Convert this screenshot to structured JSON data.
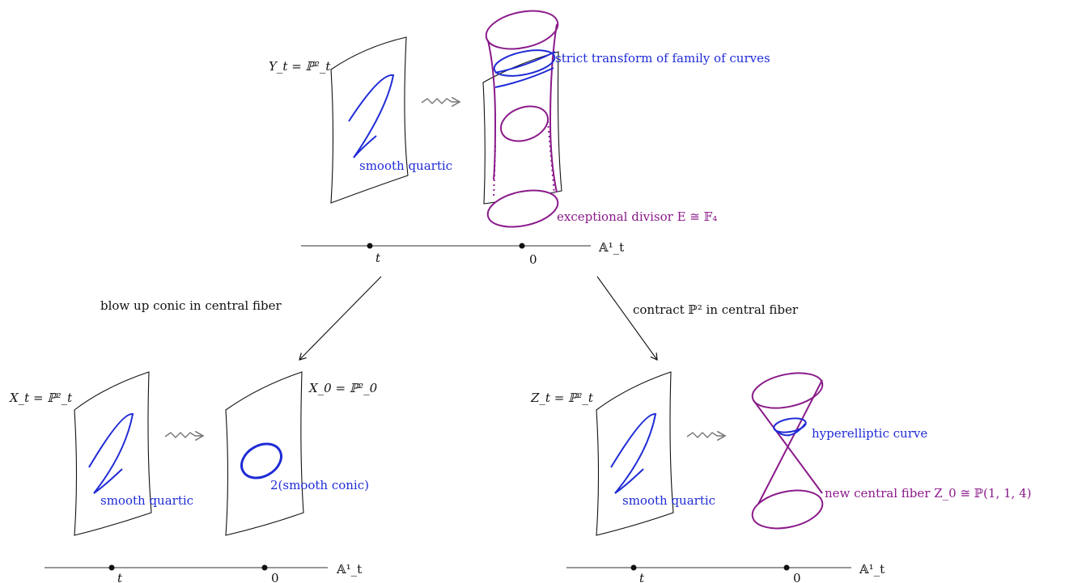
{
  "colors": {
    "blue": "#1f2bd6",
    "purple": "#8a1a8a",
    "axis": "#777777",
    "ink": "#111111"
  },
  "top": {
    "fiber_label": "Y_t = ℙ²_t",
    "curve_label": "smooth quartic",
    "strict_transform_label": "strict transform of family of curves",
    "exceptional_label": "exceptional divisor E ≅ 𝔽₄",
    "axis": {
      "t": "t",
      "zero": "0",
      "line": "𝔸¹_t"
    }
  },
  "arrows": {
    "left": "blow up conic in central fiber",
    "right": "contract ℙ² in central fiber"
  },
  "left": {
    "generic_fiber_label": "X_t = ℙ²_t",
    "central_fiber_label": "X_0 = ℙ²_0",
    "curve_label": "smooth quartic",
    "conic_label": "2(smooth conic)",
    "axis": {
      "t": "t",
      "zero": "0",
      "line": "𝔸¹_t"
    }
  },
  "right": {
    "generic_fiber_label": "Z_t = ℙ²_t",
    "curve_label": "smooth quartic",
    "hyperelliptic_label": "hyperelliptic curve",
    "new_fiber_label": "new central fiber Z_0 ≅ ℙ(1, 1, 4)",
    "axis": {
      "t": "t",
      "zero": "0",
      "line": "𝔸¹_t"
    }
  },
  "icons": [
    "squiggle-arrow-icon",
    "down-left-arrow-icon",
    "down-right-arrow-icon"
  ]
}
